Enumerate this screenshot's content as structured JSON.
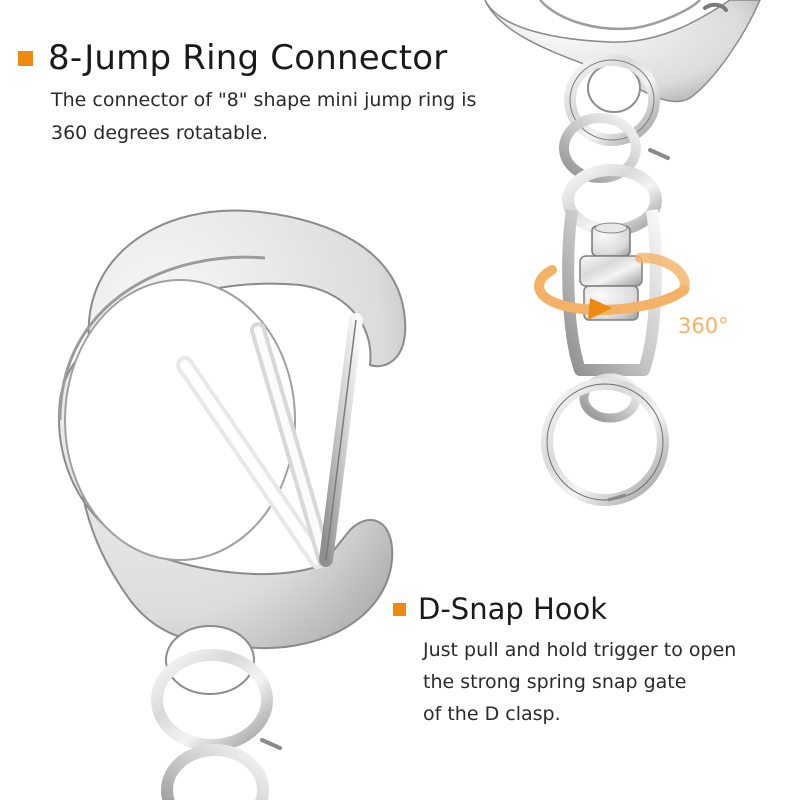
{
  "colors": {
    "accent": "#f0890f",
    "rotation_arrow": "#f3b267",
    "metal_light": "#eeeeee",
    "metal_mid": "#c4c4c4",
    "metal_dark": "#7a7a7a",
    "text": "#1a1a1a"
  },
  "section_connector": {
    "title": "8-Jump Ring Connector",
    "description_lines": [
      "The connector of \"8\" shape mini jump ring is",
      "360 degrees rotatable."
    ]
  },
  "section_snap_hook": {
    "title": "D-Snap Hook",
    "description_lines": [
      "Just pull and hold trigger to open",
      "the strong spring snap gate",
      "of the D clasp."
    ]
  },
  "rotation": {
    "label": "360°"
  }
}
